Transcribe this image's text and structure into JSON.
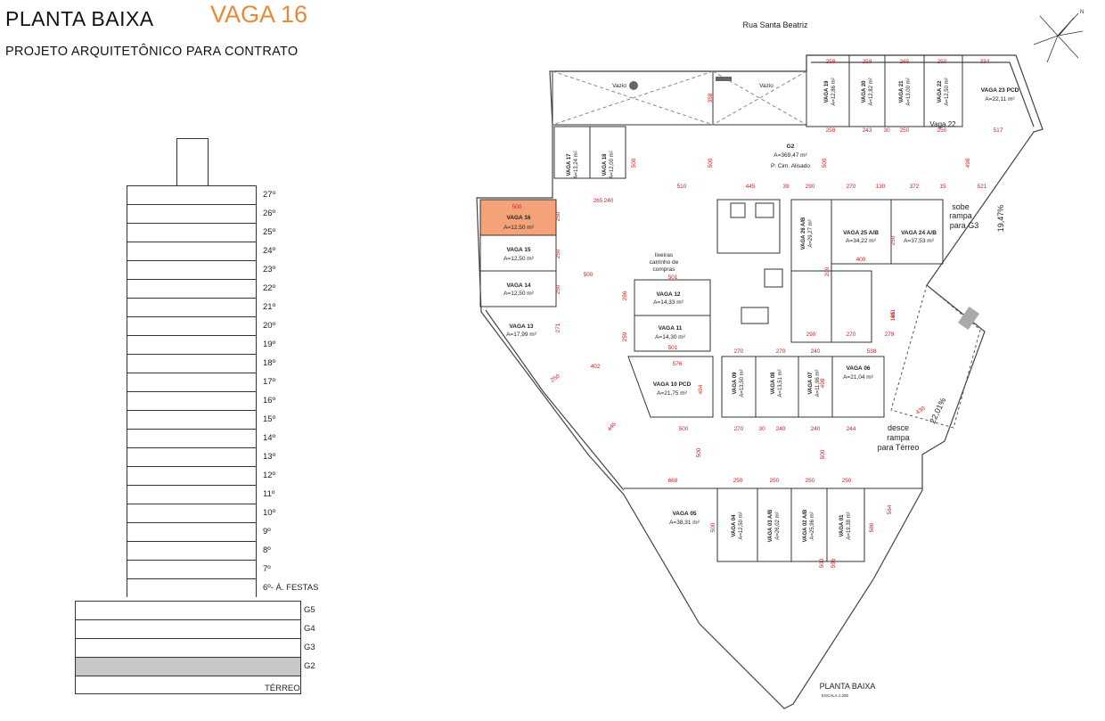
{
  "header": {
    "title": "PLANTA BAIXA",
    "unit_name": "VAGA 16",
    "subtitle": "PROJETO ARQUITETÔNICO PARA CONTRATO"
  },
  "colors": {
    "highlight": "#f4a27a",
    "accent_text": "#e8893b",
    "dimension": "#d62020",
    "current_floor": "#c8c8c8"
  },
  "building": {
    "tower_floors": [
      "27º",
      "26º",
      "25º",
      "24º",
      "23º",
      "22º",
      "21º",
      "20º",
      "19º",
      "18º",
      "17º",
      "16º",
      "15º",
      "14º",
      "13º",
      "12º",
      "11º",
      "10º",
      "9º",
      "8º",
      "7º",
      "6º- Á. FESTAS"
    ],
    "podium_floors": [
      "G5",
      "G4",
      "G3",
      "G2",
      "TÉRREO"
    ],
    "current_floor": "G2"
  },
  "plan": {
    "street": "Rua Santa Beatriz",
    "caption": "PLANTA BAIXA",
    "scale": "ESCALA 1:200",
    "hall": {
      "name": "G2",
      "area": "A=369,47 m²",
      "floor": "P: Cim. Alisado"
    },
    "vazio": "Vazio",
    "shop": [
      "lixeiras",
      "carrinho de",
      "compras"
    ],
    "ramp_up": [
      "sobe",
      "rampa",
      "para G3"
    ],
    "ramp_down": [
      "desce",
      "rampa",
      "para Térreo"
    ],
    "slope_up": "19,47%",
    "slope_down": "22,01%",
    "spaces": {
      "v16": {
        "name": "VAGA 16",
        "area": "A=12,50 m²"
      },
      "v15": {
        "name": "VAGA 15",
        "area": "A=12,50 m²"
      },
      "v14": {
        "name": "VAGA 14",
        "area": "A=12,50 m²"
      },
      "v13": {
        "name": "VAGA 13",
        "area": "A=17,99 m²"
      },
      "v12": {
        "name": "VAGA 12",
        "area": "A=14,33 m²"
      },
      "v11": {
        "name": "VAGA 11",
        "area": "A=14,30 m²"
      },
      "v10": {
        "name": "VAGA 10 PCD",
        "area": "A=21,75 m²"
      },
      "v09": {
        "name": "VAGA 09",
        "area": "A=13,50 m²"
      },
      "v08": {
        "name": "VAGA 08",
        "area": "A=13,51 m²"
      },
      "v07": {
        "name": "VAGA 07",
        "area": "A=11,96 m²"
      },
      "v06": {
        "name": "VAGA 06",
        "area": "A=21,04 m²"
      },
      "v05": {
        "name": "VAGA 05",
        "area": "A=38,31 m²"
      },
      "v04": {
        "name": "VAGA 04",
        "area": "A=12,50 m²"
      },
      "v03": {
        "name": "VAGA 03 A/B",
        "area": "A=26,02 m²"
      },
      "v02": {
        "name": "VAGA 02 A/B",
        "area": "A=25,96 m²"
      },
      "v01": {
        "name": "VAGA 01",
        "area": "A=19,38 m²"
      },
      "v17": {
        "name": "VAGA 17",
        "area": "A=13,24 m²"
      },
      "v18": {
        "name": "VAGA 18",
        "area": "A=12,00 m²"
      },
      "v19": {
        "name": "VAGA 19",
        "area": "A=12,86 m²"
      },
      "v20": {
        "name": "VAGA 20",
        "area": "A=12,82 m²"
      },
      "v21": {
        "name": "VAGA 21",
        "area": "A=13,00 m²"
      },
      "v22": {
        "name": "VAGA 22",
        "area": "A=12,50 m²"
      },
      "v23": {
        "name": "VAGA 23 PCD",
        "area": "A=22,11 m²"
      },
      "v24": {
        "name": "VAGA 24 A/B",
        "area": "A=37,53 m²"
      },
      "v25": {
        "name": "VAGA 25 A/B",
        "area": "A=34,22 m²"
      },
      "v26": {
        "name": "VAGA 26 A/B",
        "area": "A=29,27 m²"
      }
    },
    "extra_label": "Vaga 22",
    "dims": {
      "top": [
        "258",
        "258",
        "265",
        "250",
        "334"
      ],
      "top2": [
        "258",
        "243",
        "30",
        "250",
        "250",
        "517"
      ],
      "mid": [
        "510",
        "445",
        "39",
        "290",
        "270",
        "130",
        "372",
        "15",
        "521"
      ],
      "left": [
        "500",
        "265",
        "240",
        "250",
        "250",
        "250",
        "271",
        "500",
        "501",
        "402",
        "250",
        "286",
        "259",
        "501",
        "576"
      ],
      "vert": [
        "358",
        "500",
        "500",
        "500",
        "498",
        "200",
        "250",
        "185",
        "441",
        "500"
      ],
      "core": [
        "400",
        "290",
        "270",
        "279",
        "270",
        "270",
        "240",
        "538",
        "494",
        "498"
      ],
      "bottom": [
        "500",
        "270",
        "30",
        "240",
        "240",
        "244",
        "430",
        "446",
        "668",
        "250",
        "250",
        "250",
        "250"
      ],
      "btm_v": [
        "500",
        "500",
        "500",
        "586",
        "564",
        "596"
      ]
    }
  }
}
